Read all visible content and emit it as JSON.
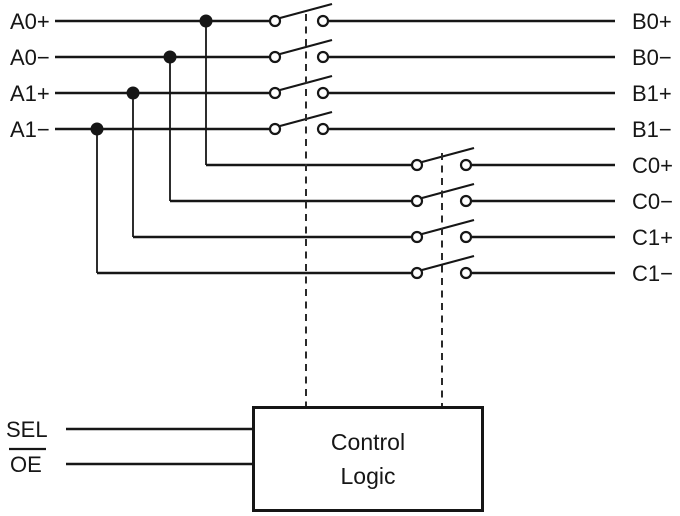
{
  "rows": {
    "left": [
      "A0+",
      "A0−",
      "A1+",
      "A1−"
    ],
    "right": [
      "B0+",
      "B0−",
      "B1+",
      "B1−",
      "C0+",
      "C0−",
      "C1+",
      "C1−"
    ]
  },
  "control": {
    "title_line1": "Control",
    "title_line2": "Logic",
    "input_sel": "SEL",
    "input_oe": "OE"
  },
  "colors": {
    "ink": "#161616",
    "background": "#ffffff"
  }
}
